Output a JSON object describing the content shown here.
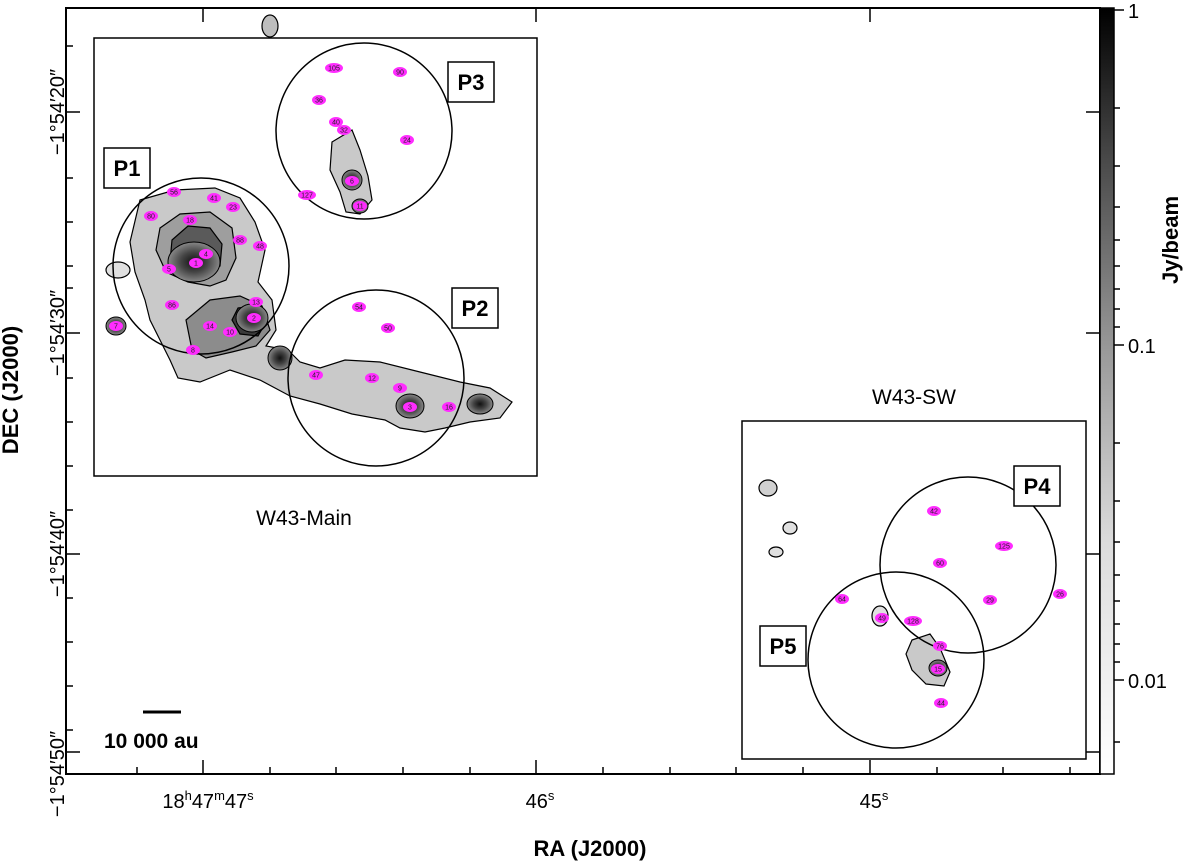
{
  "chart_data": {
    "type": "scatter",
    "xlabel": "RA (J2000)",
    "ylabel": "DEC (J2000)",
    "colorbar": {
      "label": "Jy/beam",
      "scale": "log",
      "range": [
        0.004,
        1
      ],
      "ticks": [
        "1",
        "0.1",
        "0.01"
      ],
      "colormap": "gray"
    },
    "x_ticks": [
      {
        "pre": "18",
        "h": "h",
        "mid": "47",
        "m": "m",
        "post": "47",
        "s": "s",
        "value": 47
      },
      {
        "text": "46",
        "s": "s",
        "value": 46
      },
      {
        "text": "45",
        "s": "s",
        "value": 45
      }
    ],
    "y_ticks": [
      {
        "text": "−1°54′20″",
        "value": 20
      },
      {
        "text": "−1°54′30″",
        "value": 30
      },
      {
        "text": "−1°54′40″",
        "value": 40
      },
      {
        "text": "−1°54′50″",
        "value": 50
      }
    ],
    "scale_bar": "10 000 au",
    "regions": [
      {
        "name": "W43-Main"
      },
      {
        "name": "W43-SW"
      }
    ],
    "pointings": [
      {
        "name": "P1"
      },
      {
        "name": "P2"
      },
      {
        "name": "P3"
      },
      {
        "name": "P4"
      },
      {
        "name": "P5"
      }
    ],
    "sources": [
      {
        "id": "1"
      },
      {
        "id": "2"
      },
      {
        "id": "3"
      },
      {
        "id": "4"
      },
      {
        "id": "5"
      },
      {
        "id": "6"
      },
      {
        "id": "7"
      },
      {
        "id": "8"
      },
      {
        "id": "9"
      },
      {
        "id": "10"
      },
      {
        "id": "11"
      },
      {
        "id": "12"
      },
      {
        "id": "13"
      },
      {
        "id": "14"
      },
      {
        "id": "15"
      },
      {
        "id": "16"
      },
      {
        "id": "18"
      },
      {
        "id": "23"
      },
      {
        "id": "24"
      },
      {
        "id": "26"
      },
      {
        "id": "29"
      },
      {
        "id": "32"
      },
      {
        "id": "36"
      },
      {
        "id": "40"
      },
      {
        "id": "41"
      },
      {
        "id": "42"
      },
      {
        "id": "44"
      },
      {
        "id": "47"
      },
      {
        "id": "48"
      },
      {
        "id": "49"
      },
      {
        "id": "50"
      },
      {
        "id": "54"
      },
      {
        "id": "56"
      },
      {
        "id": "60"
      },
      {
        "id": "64"
      },
      {
        "id": "76"
      },
      {
        "id": "80"
      },
      {
        "id": "86"
      },
      {
        "id": "88"
      },
      {
        "id": "90"
      },
      {
        "id": "105"
      },
      {
        "id": "125"
      },
      {
        "id": "127"
      },
      {
        "id": "128"
      }
    ],
    "colors": {
      "source_marker": "#ff2cff",
      "contour": "#000000",
      "box": "#000000"
    }
  }
}
